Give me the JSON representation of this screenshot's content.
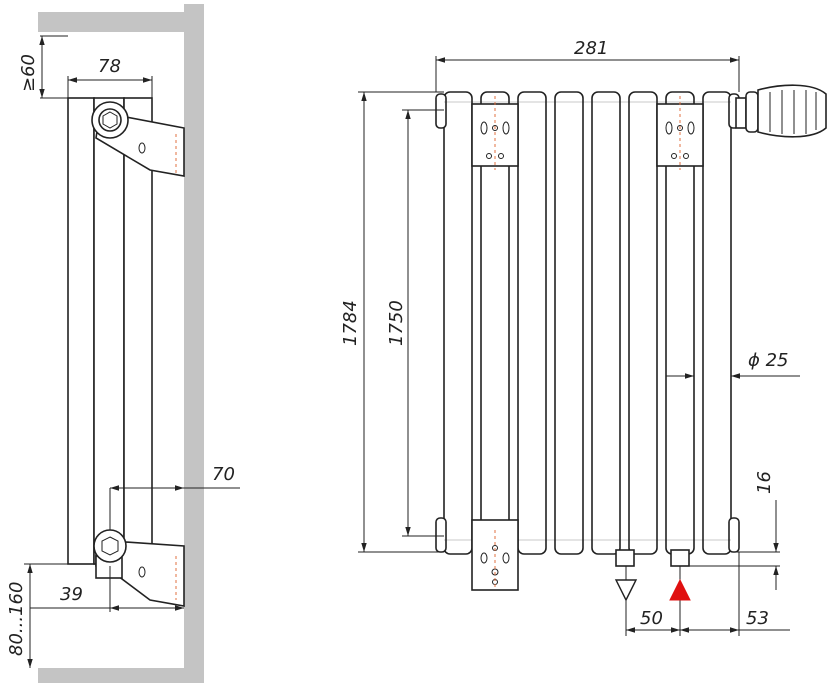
{
  "dimensions": {
    "wall_gap": "≥60",
    "depth": "78",
    "pipe_offset": "70",
    "bottom_offset": "39",
    "floor_gap": "80...160",
    "overall_width": "281",
    "overall_height": "1784",
    "axis_height": "1750",
    "tube_diameter": "ϕ 25",
    "connection_height": "16",
    "connection_spacing": "50",
    "connection_edge": "53"
  },
  "colors": {
    "wall": "#c4c4c4",
    "outline": "#222222",
    "centerline": "#e07040",
    "supply_arrow": "#e01010"
  },
  "icons": {
    "supply": "triangle-up-red",
    "return": "triangle-down-outline"
  }
}
